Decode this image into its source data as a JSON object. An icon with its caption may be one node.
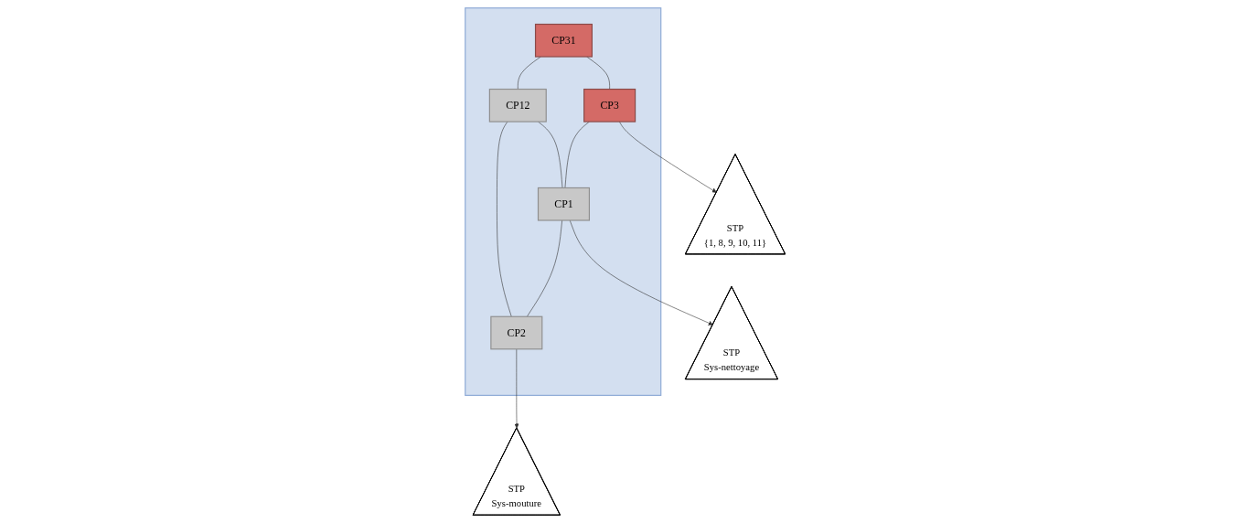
{
  "diagram": {
    "nodes": [
      {
        "text": [],
        "shape": "box"
      },
      {
        "text": [
          "CP31"
        ],
        "in": 0
      },
      {
        "text": [
          "CP12"
        ],
        "in": 0
      },
      {
        "text": [
          "CP3"
        ],
        "in": 0
      },
      {
        "text": [
          "CP1"
        ],
        "in": 0
      },
      {
        "text": [
          "CP2"
        ],
        "in": 0
      },
      {
        "text": [
          "STP",
          "{1, 8, 9, 10, 11}"
        ]
      },
      {
        "text": [
          "STP",
          "Sys-nettoyage"
        ]
      },
      {
        "text": [
          "STP",
          "Sys-mouture"
        ]
      }
    ],
    "edges": [
      {
        "from": 1,
        "to": 2,
        "arrow": "none"
      },
      {
        "from": 1,
        "to": 3,
        "arrow": "none"
      },
      {
        "from": 2,
        "to": 4,
        "arrow": "none"
      },
      {
        "from": 2,
        "to": 5,
        "arrow": "none"
      },
      {
        "from": 3,
        "to": 4,
        "arrow": "none"
      },
      {
        "from": 4,
        "to": 5,
        "arrow": "none"
      },
      {
        "from": 3,
        "to": 6,
        "arrow": "to"
      },
      {
        "from": 4,
        "to": 7,
        "arrow": "to"
      },
      {
        "from": 5,
        "to": 8,
        "arrow": "to"
      }
    ]
  }
}
